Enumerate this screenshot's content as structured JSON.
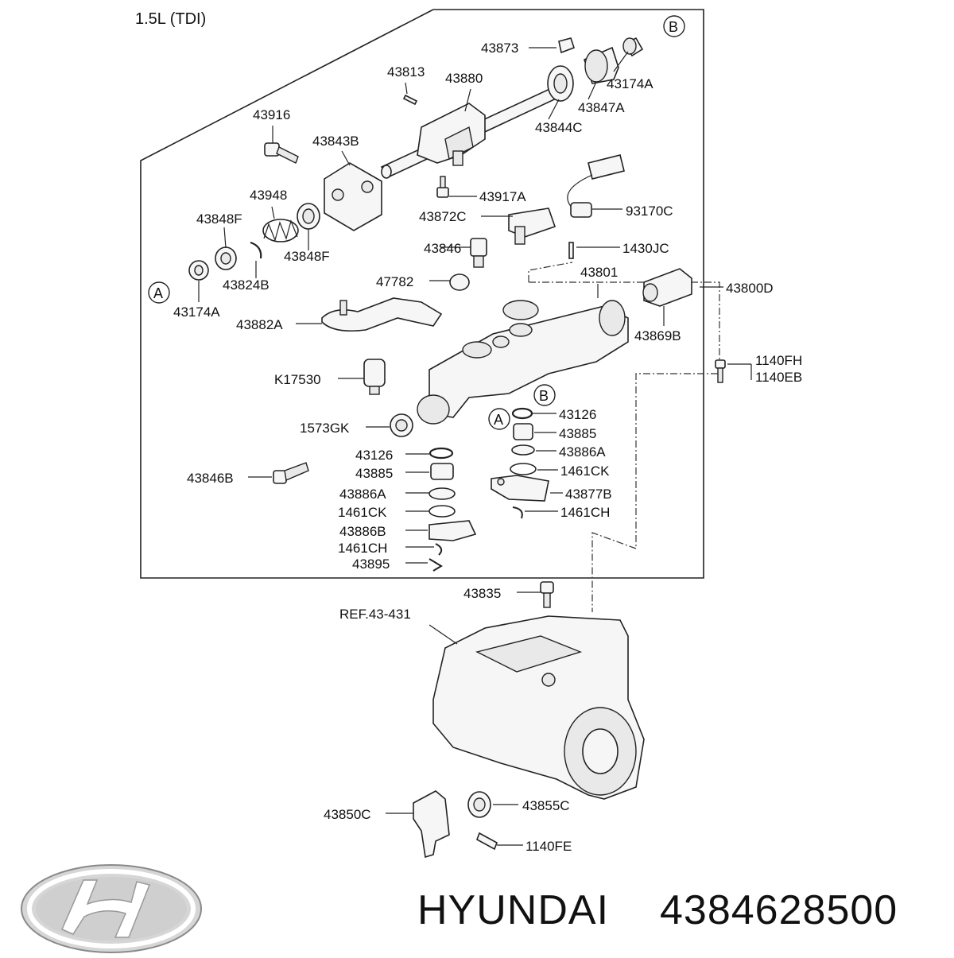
{
  "header": {
    "variant": "1.5L (TDI)"
  },
  "callouts": [
    "A",
    "B"
  ],
  "parts": [
    {
      "id": "p43873",
      "code": "43873"
    },
    {
      "id": "p43813",
      "code": "43813"
    },
    {
      "id": "p43880",
      "code": "43880"
    },
    {
      "id": "p43174A_top",
      "code": "43174A"
    },
    {
      "id": "p43847A",
      "code": "43847A"
    },
    {
      "id": "p43844C",
      "code": "43844C"
    },
    {
      "id": "p43916",
      "code": "43916"
    },
    {
      "id": "p43843B",
      "code": "43843B"
    },
    {
      "id": "p43948",
      "code": "43948"
    },
    {
      "id": "p43917A",
      "code": "43917A"
    },
    {
      "id": "p43848F_a",
      "code": "43848F"
    },
    {
      "id": "p43872C",
      "code": "43872C"
    },
    {
      "id": "p93170C",
      "code": "93170C"
    },
    {
      "id": "p43848F_b",
      "code": "43848F"
    },
    {
      "id": "p43846",
      "code": "43846"
    },
    {
      "id": "p1430JC",
      "code": "1430JC"
    },
    {
      "id": "p43824B",
      "code": "43824B"
    },
    {
      "id": "p47782",
      "code": "47782"
    },
    {
      "id": "p43801",
      "code": "43801"
    },
    {
      "id": "p43800D",
      "code": "43800D"
    },
    {
      "id": "p43174A_left",
      "code": "43174A"
    },
    {
      "id": "p43882A",
      "code": "43882A"
    },
    {
      "id": "p43869B",
      "code": "43869B"
    },
    {
      "id": "p1140FH",
      "code": "1140FH"
    },
    {
      "id": "p1140EB",
      "code": "1140EB"
    },
    {
      "id": "pK17530",
      "code": "K17530"
    },
    {
      "id": "p43126_r",
      "code": "43126"
    },
    {
      "id": "p1573GK",
      "code": "1573GK"
    },
    {
      "id": "p43885_r",
      "code": "43885"
    },
    {
      "id": "p43126_l",
      "code": "43126"
    },
    {
      "id": "p43886A_r",
      "code": "43886A"
    },
    {
      "id": "p43885_l",
      "code": "43885"
    },
    {
      "id": "p1461CK_r",
      "code": "1461CK"
    },
    {
      "id": "p43846B",
      "code": "43846B"
    },
    {
      "id": "p43886A_l",
      "code": "43886A"
    },
    {
      "id": "p43877B",
      "code": "43877B"
    },
    {
      "id": "p1461CK_l",
      "code": "1461CK"
    },
    {
      "id": "p1461CH_r",
      "code": "1461CH"
    },
    {
      "id": "p43886B",
      "code": "43886B"
    },
    {
      "id": "p1461CH_l",
      "code": "1461CH"
    },
    {
      "id": "p43895",
      "code": "43895"
    },
    {
      "id": "p43835",
      "code": "43835"
    },
    {
      "id": "pREF",
      "code": "REF.43-431"
    },
    {
      "id": "p43850C",
      "code": "43850C"
    },
    {
      "id": "p43855C",
      "code": "43855C"
    },
    {
      "id": "p1140FE",
      "code": "1140FE"
    }
  ],
  "footer": {
    "brand": "HYUNDAI",
    "part_number": "4384628500"
  }
}
